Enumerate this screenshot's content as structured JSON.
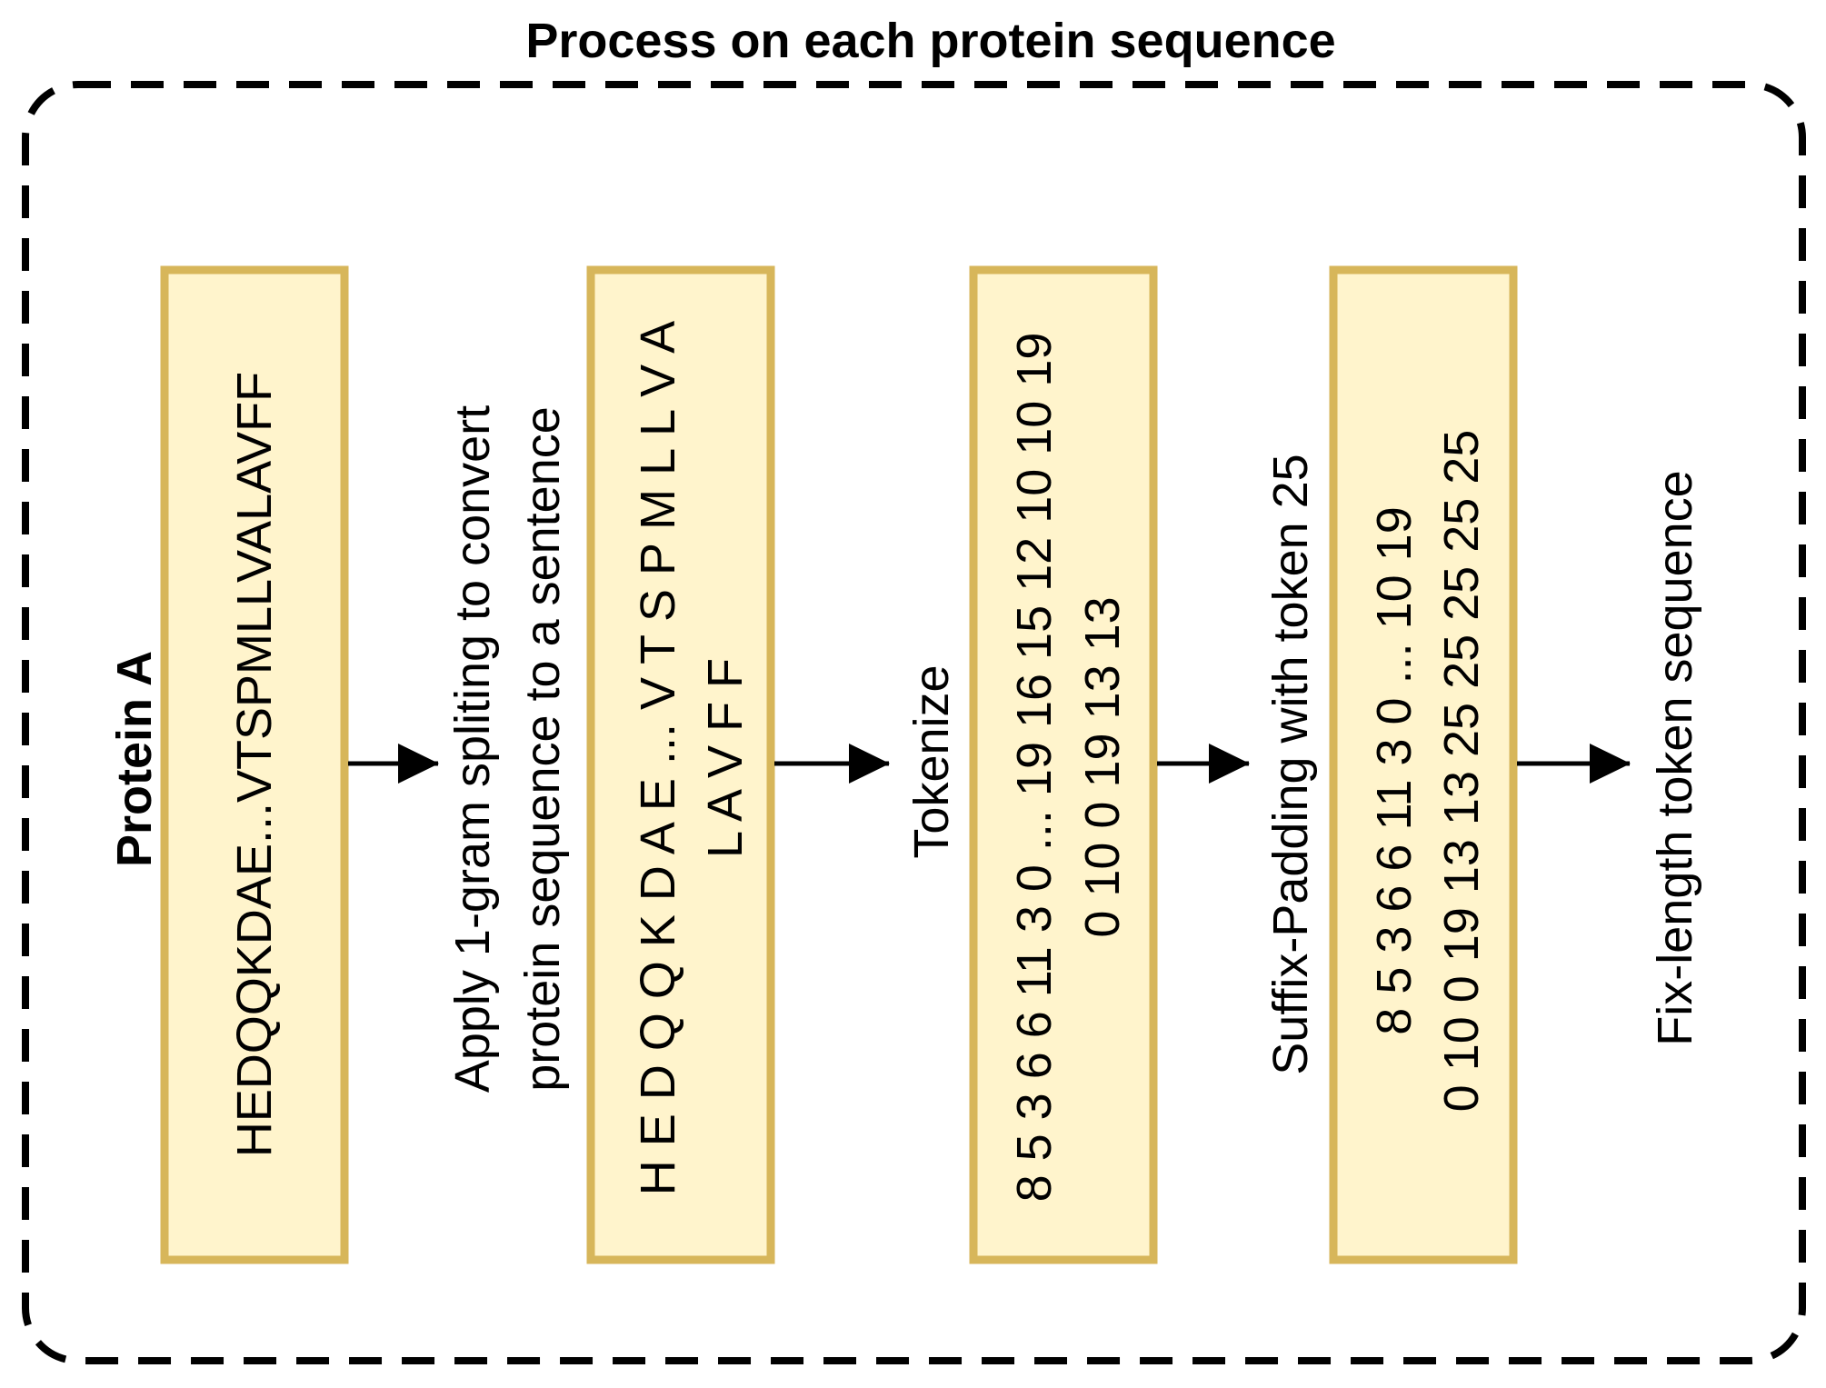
{
  "title": "Process on each protein sequence",
  "protein_label": "Protein A",
  "boxes": {
    "raw_sequence": {
      "lines": [
        "HEDQQKDAE...VTSPMLLVALAVFF"
      ]
    },
    "split_sequence": {
      "lines": [
        "H E D Q Q K D A E ... V T S P M L L V A",
        "L A V F F"
      ]
    },
    "tokens": {
      "lines": [
        "8 5 3 6 6 11 3 0 ... 19 16 15 12 10 10 19",
        "0 10 0 19 13 13"
      ]
    },
    "padded_tokens": {
      "lines": [
        "8 5 3 6 6 11 3 0 ... 10 19",
        "0 10 0 19 13 13 25 25 25 25 25"
      ]
    }
  },
  "steps": {
    "split": {
      "lines": [
        "Apply 1-gram spliting to convert",
        "protein sequence to a sentence"
      ]
    },
    "tokenize": {
      "lines": [
        "Tokenize"
      ]
    },
    "padding": {
      "lines": [
        "Suffix-Padding with token 25"
      ]
    },
    "output": {
      "lines": [
        "Fix-length token sequence"
      ]
    }
  },
  "colors": {
    "box_fill": "#FFF4CC",
    "box_stroke": "#D7B65A",
    "line": "#000000",
    "background": "#FFFFFF"
  }
}
